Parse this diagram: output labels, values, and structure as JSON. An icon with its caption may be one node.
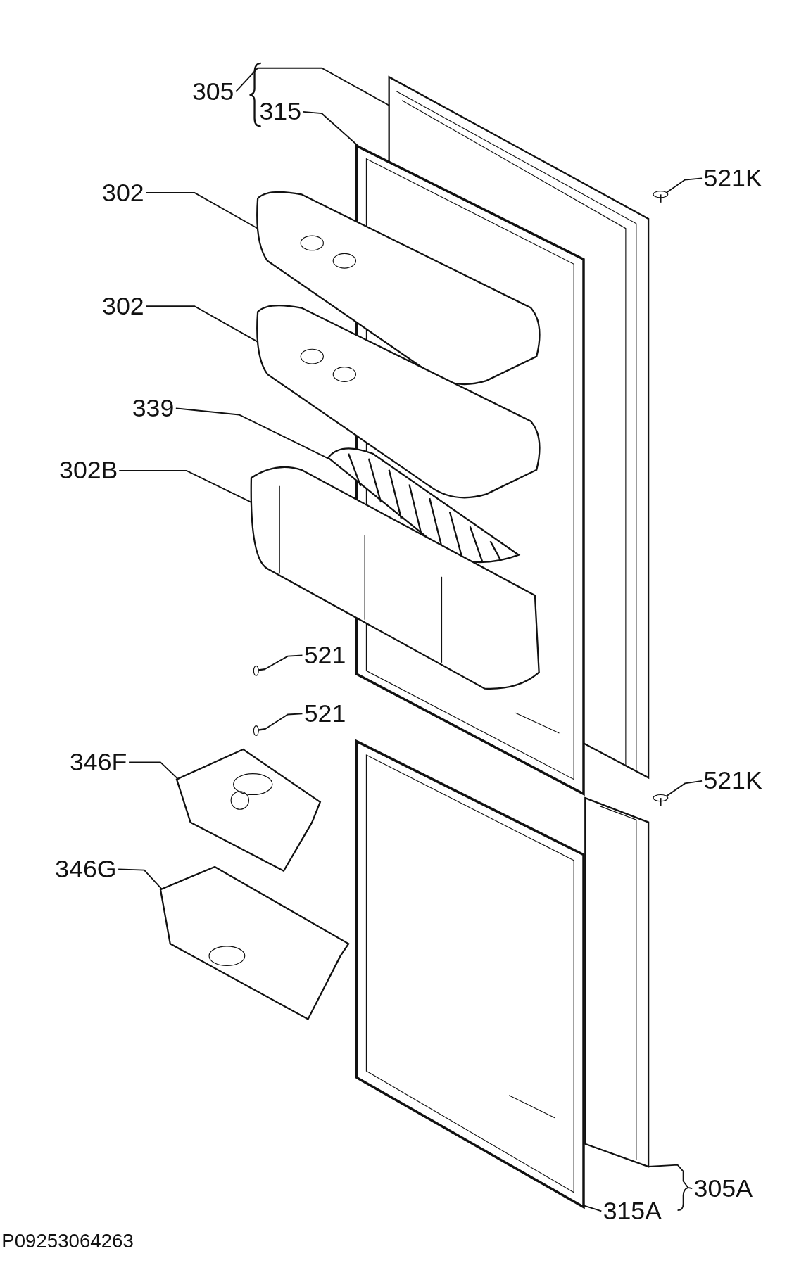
{
  "diagram": {
    "nodes": [
      {
        "text": [
          "305"
        ]
      },
      {
        "text": [
          "315"
        ]
      },
      {
        "text": [
          "521K"
        ]
      },
      {
        "text": [
          "302"
        ]
      },
      {
        "text": [
          "302"
        ]
      },
      {
        "text": [
          "339"
        ]
      },
      {
        "text": [
          "302B"
        ]
      },
      {
        "text": [
          "521"
        ]
      },
      {
        "text": [
          "521"
        ]
      },
      {
        "text": [
          "346F"
        ]
      },
      {
        "text": [
          "521K"
        ]
      },
      {
        "text": [
          "346G"
        ]
      },
      {
        "text": [
          "305A"
        ]
      },
      {
        "text": [
          "315A"
        ]
      },
      {
        "text": [],
        "shape": "picture"
      },
      {
        "text": [],
        "shape": "picture"
      },
      {
        "text": [],
        "shape": "picture"
      },
      {
        "text": [],
        "shape": "picture"
      },
      {
        "text": [],
        "shape": "picture"
      },
      {
        "text": [],
        "shape": "picture"
      },
      {
        "text": [],
        "shape": "picture"
      },
      {
        "text": [],
        "shape": "picture"
      },
      {
        "text": [],
        "shape": "picture"
      },
      {
        "text": [],
        "shape": "picture"
      },
      {
        "text": [],
        "shape": "picture"
      },
      {
        "text": [],
        "shape": "picture"
      },
      {
        "text": [],
        "shape": "picture"
      },
      {
        "text": [],
        "shape": "picture"
      }
    ],
    "edges": [
      {
        "from": 0,
        "to": 14,
        "arrow": "none"
      },
      {
        "from": 1,
        "to": 15,
        "arrow": "none"
      },
      {
        "from": 2,
        "to": 22,
        "arrow": "none"
      },
      {
        "from": 3,
        "to": 16,
        "arrow": "none"
      },
      {
        "from": 4,
        "to": 17,
        "arrow": "none"
      },
      {
        "from": 5,
        "to": 18,
        "arrow": "none"
      },
      {
        "from": 6,
        "to": 19,
        "arrow": "none"
      },
      {
        "from": 7,
        "to": 20,
        "arrow": "none"
      },
      {
        "from": 8,
        "to": 21,
        "arrow": "none"
      },
      {
        "from": 9,
        "to": 24,
        "arrow": "none"
      },
      {
        "from": 10,
        "to": 23,
        "arrow": "none"
      },
      {
        "from": 11,
        "to": 25,
        "arrow": "none"
      },
      {
        "from": 12,
        "to": 27,
        "arrow": "none"
      },
      {
        "from": 13,
        "to": 26,
        "arrow": "none"
      }
    ],
    "labels": [
      "P09253064263"
    ]
  }
}
